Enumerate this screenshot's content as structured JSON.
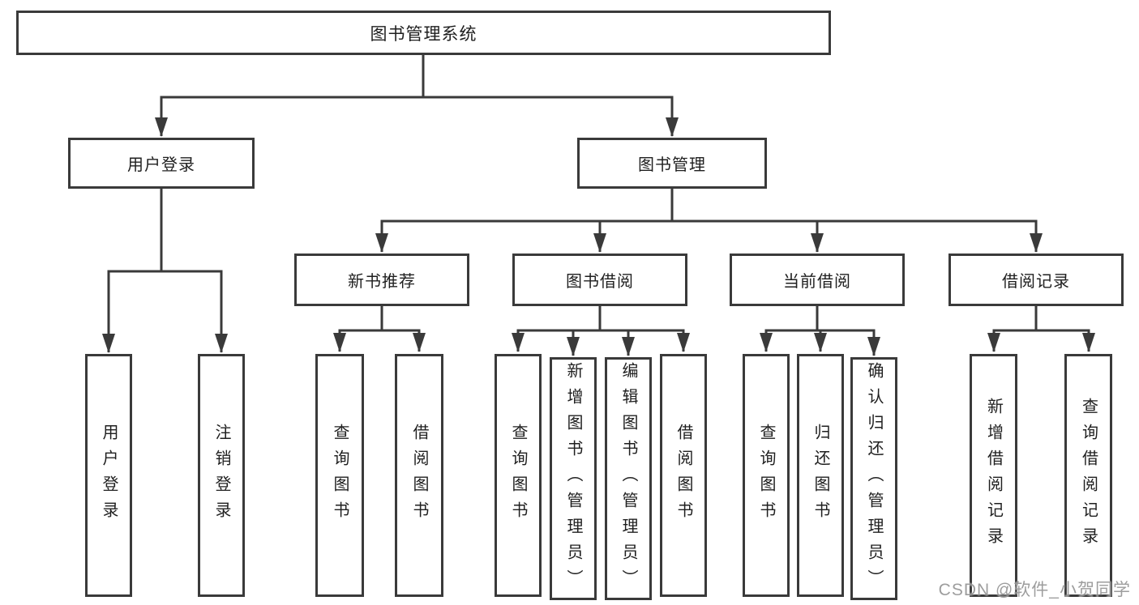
{
  "diagram": {
    "title": "图书管理系统",
    "line_color": "#3a3a3a",
    "text_color": "#1f1f1f",
    "background_color": "#ffffff",
    "root": {
      "label": "图书管理系统"
    },
    "level2": {
      "user_login": {
        "label": "用户登录"
      },
      "book_management": {
        "label": "图书管理"
      }
    },
    "level3": {
      "new_book_recommend": {
        "label": "新书推荐"
      },
      "book_borrowing": {
        "label": "图书借阅"
      },
      "current_borrowing": {
        "label": "当前借阅"
      },
      "borrowing_records": {
        "label": "借阅记录"
      }
    },
    "leaves": {
      "user_login": {
        "items": [
          "用户登录",
          "注销登录"
        ]
      },
      "new_book_recommend": {
        "items": [
          "查询图书",
          "借阅图书"
        ]
      },
      "book_borrowing": {
        "items": [
          "查询图书",
          "新增图书（管理员）",
          "编辑图书（管理员）",
          "借阅图书"
        ]
      },
      "current_borrowing": {
        "items": [
          "查询图书",
          "归还图书",
          "确认归还（管理员）"
        ]
      },
      "borrowing_records": {
        "items": [
          "新增借阅记录",
          "查询借阅记录"
        ]
      }
    },
    "watermark": "CSDN @软件_小贺同学"
  }
}
